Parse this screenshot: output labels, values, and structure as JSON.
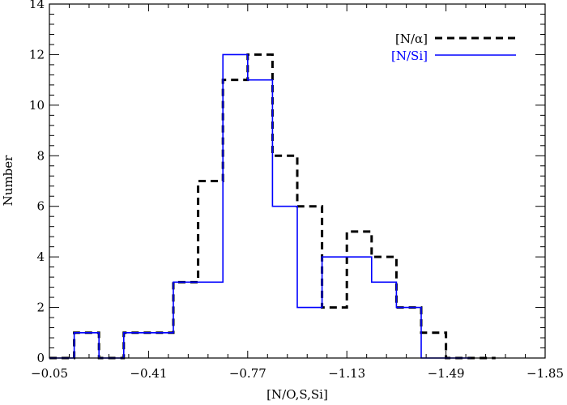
{
  "chart_data": {
    "type": "histogram",
    "xlabel": "[N/O,S,Si]",
    "ylabel": "Number",
    "xlim": [
      -0.05,
      -1.85
    ],
    "ylim": [
      0,
      14
    ],
    "x_ticks": [
      -0.05,
      -0.41,
      -0.77,
      -1.13,
      -1.49,
      -1.85
    ],
    "x_tick_labels": [
      "−0.05",
      "−0.41",
      "−0.77",
      "−1.13",
      "−1.49",
      "−1.85"
    ],
    "y_ticks": [
      0,
      2,
      4,
      6,
      8,
      10,
      12,
      14
    ],
    "y_tick_labels": [
      "0",
      "2",
      "4",
      "6",
      "8",
      "10",
      "12",
      "14"
    ],
    "bin_edges": [
      -0.05,
      -0.14,
      -0.23,
      -0.32,
      -0.41,
      -0.5,
      -0.59,
      -0.68,
      -0.77,
      -0.86,
      -0.95,
      -1.04,
      -1.13,
      -1.22,
      -1.31,
      -1.4,
      -1.49,
      -1.58,
      -1.67,
      -1.76,
      -1.85
    ],
    "series": [
      {
        "name": "[N/α]",
        "style": "dashed",
        "color": "#000000",
        "counts": [
          0,
          1,
          0,
          1,
          1,
          3,
          7,
          11,
          12,
          8,
          6,
          2,
          5,
          4,
          2,
          1,
          0,
          0,
          0,
          0
        ],
        "start_bin": 0,
        "bins": 18
      },
      {
        "name": "[N/Si]",
        "style": "solid",
        "color": "#0000ff",
        "counts": [
          0,
          1,
          0,
          1,
          1,
          3,
          3,
          12,
          11,
          6,
          2,
          4,
          4,
          3,
          2,
          0,
          0,
          0,
          0,
          0
        ],
        "start_bin": 0,
        "bins": 17
      }
    ],
    "legend_position": "top-right"
  }
}
